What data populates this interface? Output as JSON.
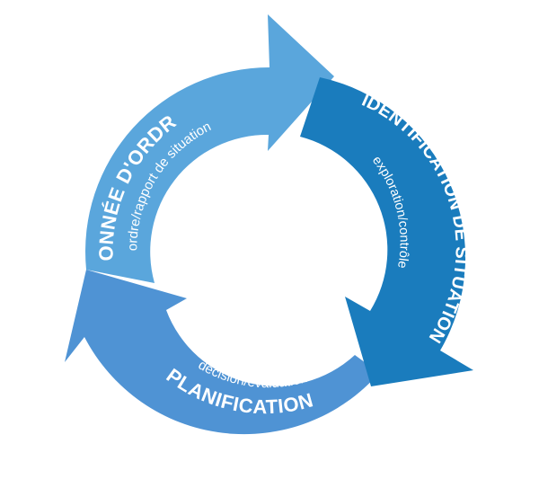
{
  "cycle": {
    "colors": {
      "order": "#5aa6dc",
      "identification": "#1a7cbd",
      "planning": "#4f93d4"
    },
    "segments": [
      {
        "id": "order",
        "title": "DONNÉE D'ORDRES",
        "subtitle": "ordre/rapport de situation"
      },
      {
        "id": "identification",
        "title": "IDENTIFICATION DE SITUATION",
        "subtitle": "exploration/contrôle"
      },
      {
        "id": "planning",
        "title": "PLANIFICATION",
        "subtitle": "décision/évaluation"
      }
    ]
  }
}
